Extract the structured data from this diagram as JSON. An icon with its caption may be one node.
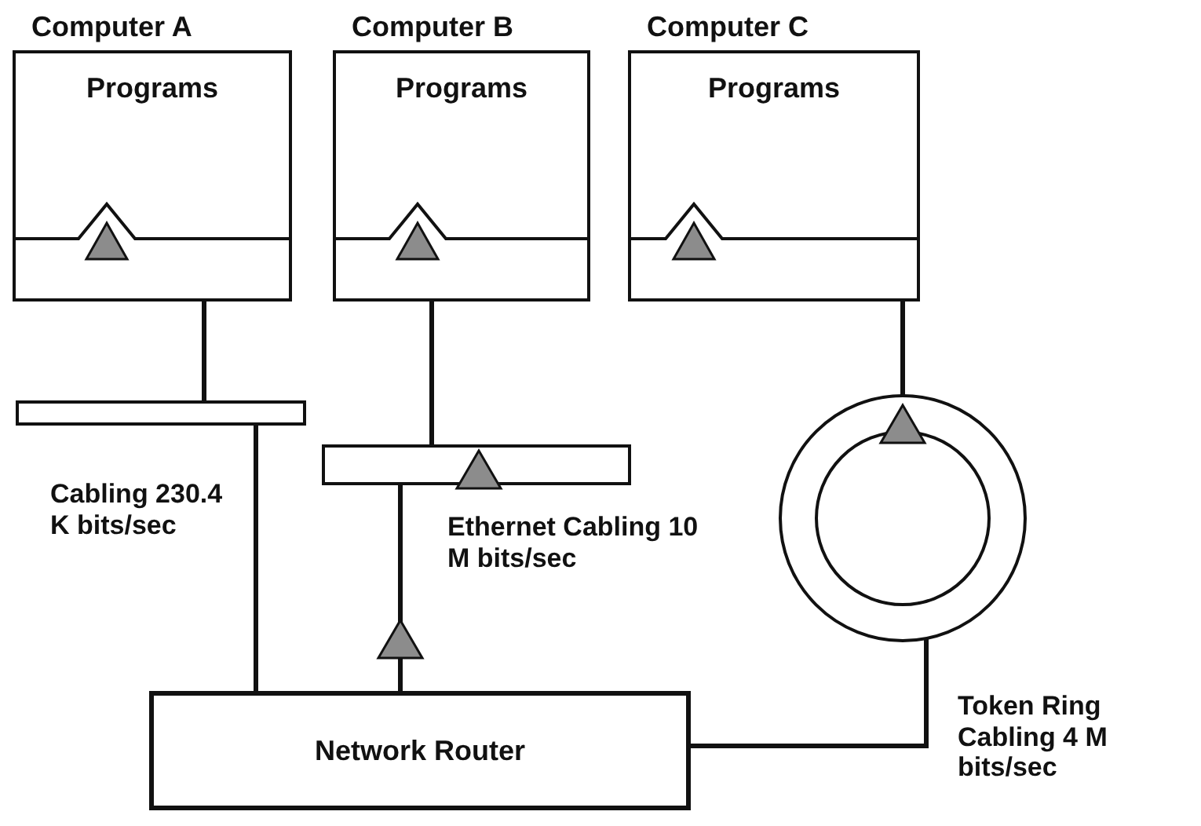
{
  "diagram": {
    "nodes": [
      {
        "text": [
          "Computer A",
          "Programs"
        ]
      },
      {
        "text": [
          "Computer B",
          "Programs"
        ]
      },
      {
        "text": [
          "Computer C",
          "Programs"
        ]
      },
      {
        "text": [
          "Network Router"
        ]
      },
      {
        "text": [],
        "shape": "bar",
        "beside": [
          "Cabling 230.4 K bits/sec"
        ]
      },
      {
        "text": [],
        "shape": "bar",
        "beside": [
          "Ethernet Cabling 10 M bits/sec"
        ]
      },
      {
        "text": [],
        "shape": "circle",
        "beside": [
          "Token Ring Cabling 4 M bits/sec"
        ]
      }
    ],
    "edges": [
      {
        "from": 0,
        "to": 4,
        "arrow": "none"
      },
      {
        "from": 4,
        "to": 3,
        "arrow": "none"
      },
      {
        "from": 1,
        "to": 5,
        "arrow": "none"
      },
      {
        "from": 5,
        "to": 3,
        "arrow": "none"
      },
      {
        "from": 2,
        "to": 6,
        "arrow": "none"
      },
      {
        "from": 6,
        "to": 3,
        "arrow": "none"
      }
    ]
  }
}
